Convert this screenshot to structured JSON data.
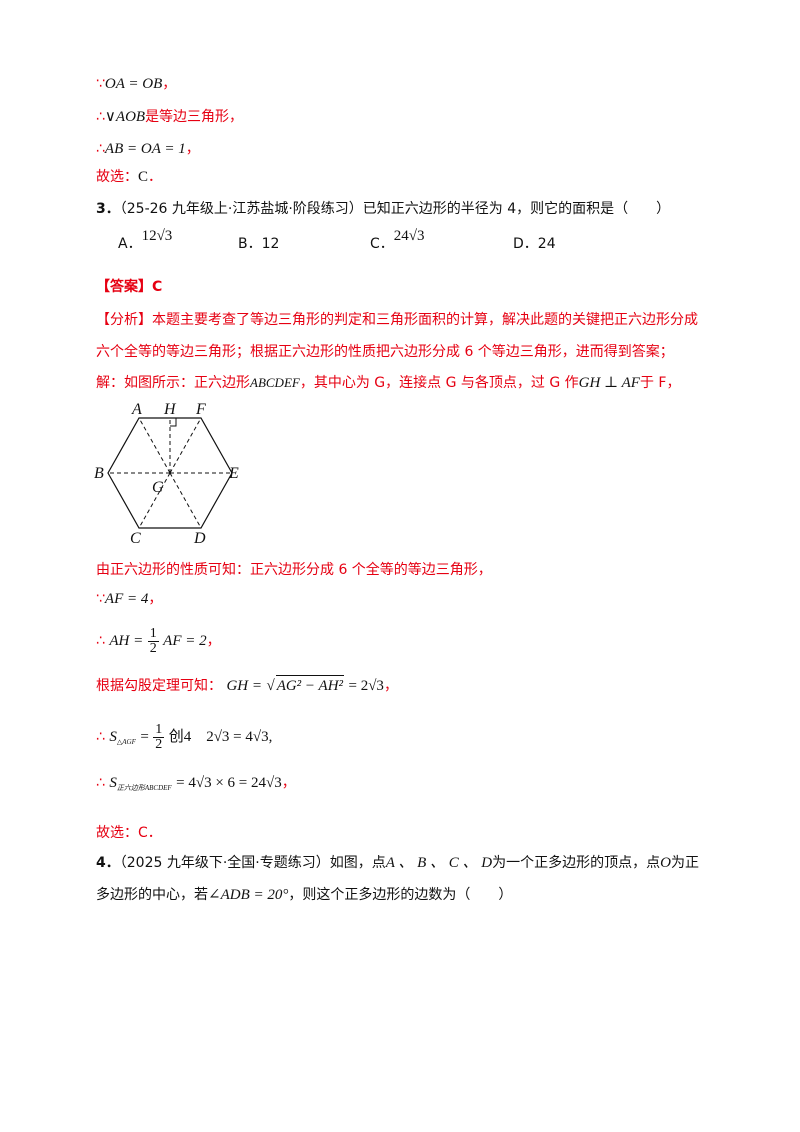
{
  "lines": {
    "l1_sym": "∵",
    "l1_math": "OA = OB",
    "l1_punct": "，",
    "l2_sym": "∴",
    "l2_math": "∨AOB",
    "l2_text": "是等边三角形，",
    "l3_sym": "∴",
    "l3_math": "AB = OA = 1",
    "l3_punct": "，",
    "l4_text": "故选：",
    "l4_math": "C",
    "l4_punct": "．"
  },
  "question3": {
    "number": "3．",
    "source": "（25-26 九年级上·江苏盐城·阶段练习）",
    "stem": "已知正六边形的半径为 4，则它的面积是（　　）",
    "options": [
      {
        "label": "A．",
        "value": "12√3"
      },
      {
        "label": "B．",
        "value": "12"
      },
      {
        "label": "C．",
        "value": "24√3"
      },
      {
        "label": "D．",
        "value": "24"
      }
    ]
  },
  "solution": {
    "answer": "【答案】C",
    "analysis_line1": "【分析】本题主要考查了等边三角形的判定和三角形面积的计算，解决此题的关键把正六边形分成",
    "analysis_line2": "六个全等的等边三角形；根据正六边形的性质把六边形分成 6 个等边三角形，进而得到答案；",
    "sol_prefix": "解：如图所示：正六边形",
    "sol_hex": "ABCDEF",
    "sol_mid1": "，其中心为 G，连接点 G 与各顶点，过 G 作",
    "sol_perp": "GH ⊥ AF",
    "sol_end": "于 F，",
    "property": "由正六边形的性质可知：正六边形分成 6 个全等的等边三角形，",
    "af_sym": "∵",
    "af_math": "AF = 4",
    "af_punct": "，",
    "ah_sym": "∴",
    "ah_left": "AH =",
    "ah_num": "1",
    "ah_den": "2",
    "ah_right": "AF = 2",
    "ah_punct": "，",
    "gh_text": "根据勾股定理可知：",
    "gh_left": "GH =",
    "gh_root": "AG² − AH²",
    "gh_right": "= 2√3",
    "gh_punct": "，",
    "s1_sym": "∴",
    "s1_label": "S",
    "s1_sub": "△AGF",
    "s1_eq": "=",
    "s1_num": "1",
    "s1_den": "2",
    "s1_rest": "创4　2√3 = 4√3,",
    "s2_sym": "∴",
    "s2_label": "S",
    "s2_sub": "正六边形ABCDEF",
    "s2_rest": "= 4√3 × 6 = 24√3",
    "s2_punct": "，",
    "final": "故选：C．"
  },
  "question4": {
    "number": "4．",
    "source": "（2025 九年级下·全国·专题练习）",
    "line1_a": "如图，点",
    "pts": "A 、 B 、 C 、 D",
    "line1_b": "为一个正多边形的顶点，点",
    "pt_o": "O",
    "line1_c": "为正",
    "line2_a": "多边形的中心，若",
    "angle": "∠ADB = 20°",
    "line2_b": "，则这个正多边形的边数为（　　）"
  },
  "figure": {
    "labels": {
      "A": "A",
      "H": "H",
      "F": "F",
      "B": "B",
      "G": "G",
      "E": "E",
      "C": "C",
      "D": "D"
    }
  }
}
